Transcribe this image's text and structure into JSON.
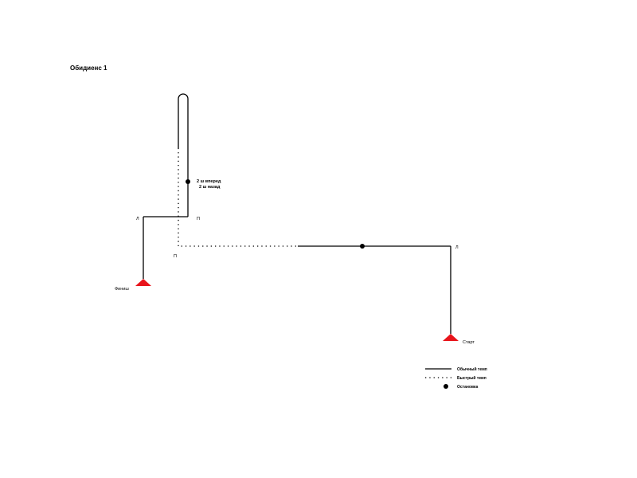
{
  "title": "Обидиенс 1",
  "start_label": "Старт",
  "finish_label": "Финиш",
  "turn_labels": {
    "start_corner": "Л",
    "mid_corner": "П",
    "top_corner_right": "П",
    "top_corner_left": "Л"
  },
  "stop_note": {
    "line1": "2 ш вперед",
    "line2": "2 ш назад"
  },
  "legend": {
    "normal": "Обычный темп",
    "fast": "Быстрый темп",
    "stop": "Остановка"
  },
  "colors": {
    "path": "#000000",
    "cone": "#e8141b"
  },
  "icons": {
    "start_marker": "red-triangle-cone",
    "finish_marker": "red-triangle-cone",
    "stop_marker": "black-dot"
  }
}
